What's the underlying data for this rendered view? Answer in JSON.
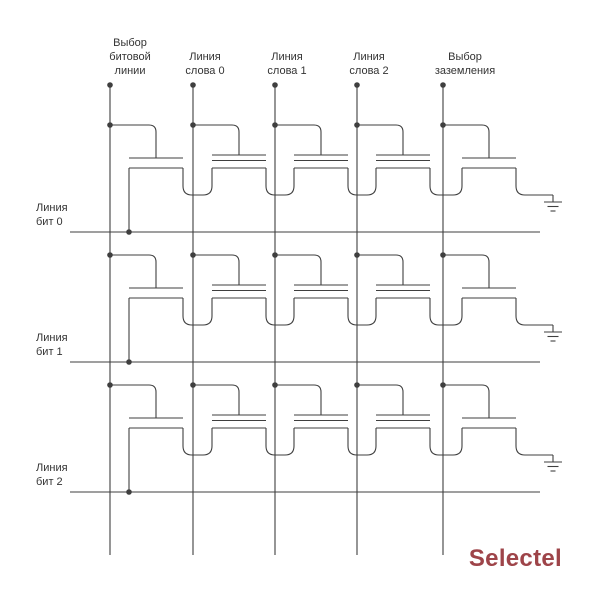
{
  "diagram": {
    "columns": [
      {
        "id": "bit-line-select",
        "label": "Выбор\nбитовой\nлинии",
        "floating_gate": false
      },
      {
        "id": "word-line-0",
        "label": "Линия\nслова 0",
        "floating_gate": true
      },
      {
        "id": "word-line-1",
        "label": "Линия\nслова 1",
        "floating_gate": true
      },
      {
        "id": "word-line-2",
        "label": "Линия\nслова 2",
        "floating_gate": true
      },
      {
        "id": "ground-select",
        "label": "Выбор\nзаземления",
        "floating_gate": false
      }
    ],
    "rows": [
      {
        "id": "bit-line-0",
        "label": "Линия\nбит 0"
      },
      {
        "id": "bit-line-1",
        "label": "Линия\nбит 1"
      },
      {
        "id": "bit-line-2",
        "label": "Линия\nбит 2"
      }
    ],
    "grid": {
      "columns": 5,
      "rows": 3
    },
    "ground_symbols": 3
  },
  "branding": {
    "logo_text": "Selectel",
    "logo_color": "#9e4449"
  },
  "colors": {
    "line": "#3f3f3f",
    "text": "#333333",
    "background": "#ffffff"
  }
}
